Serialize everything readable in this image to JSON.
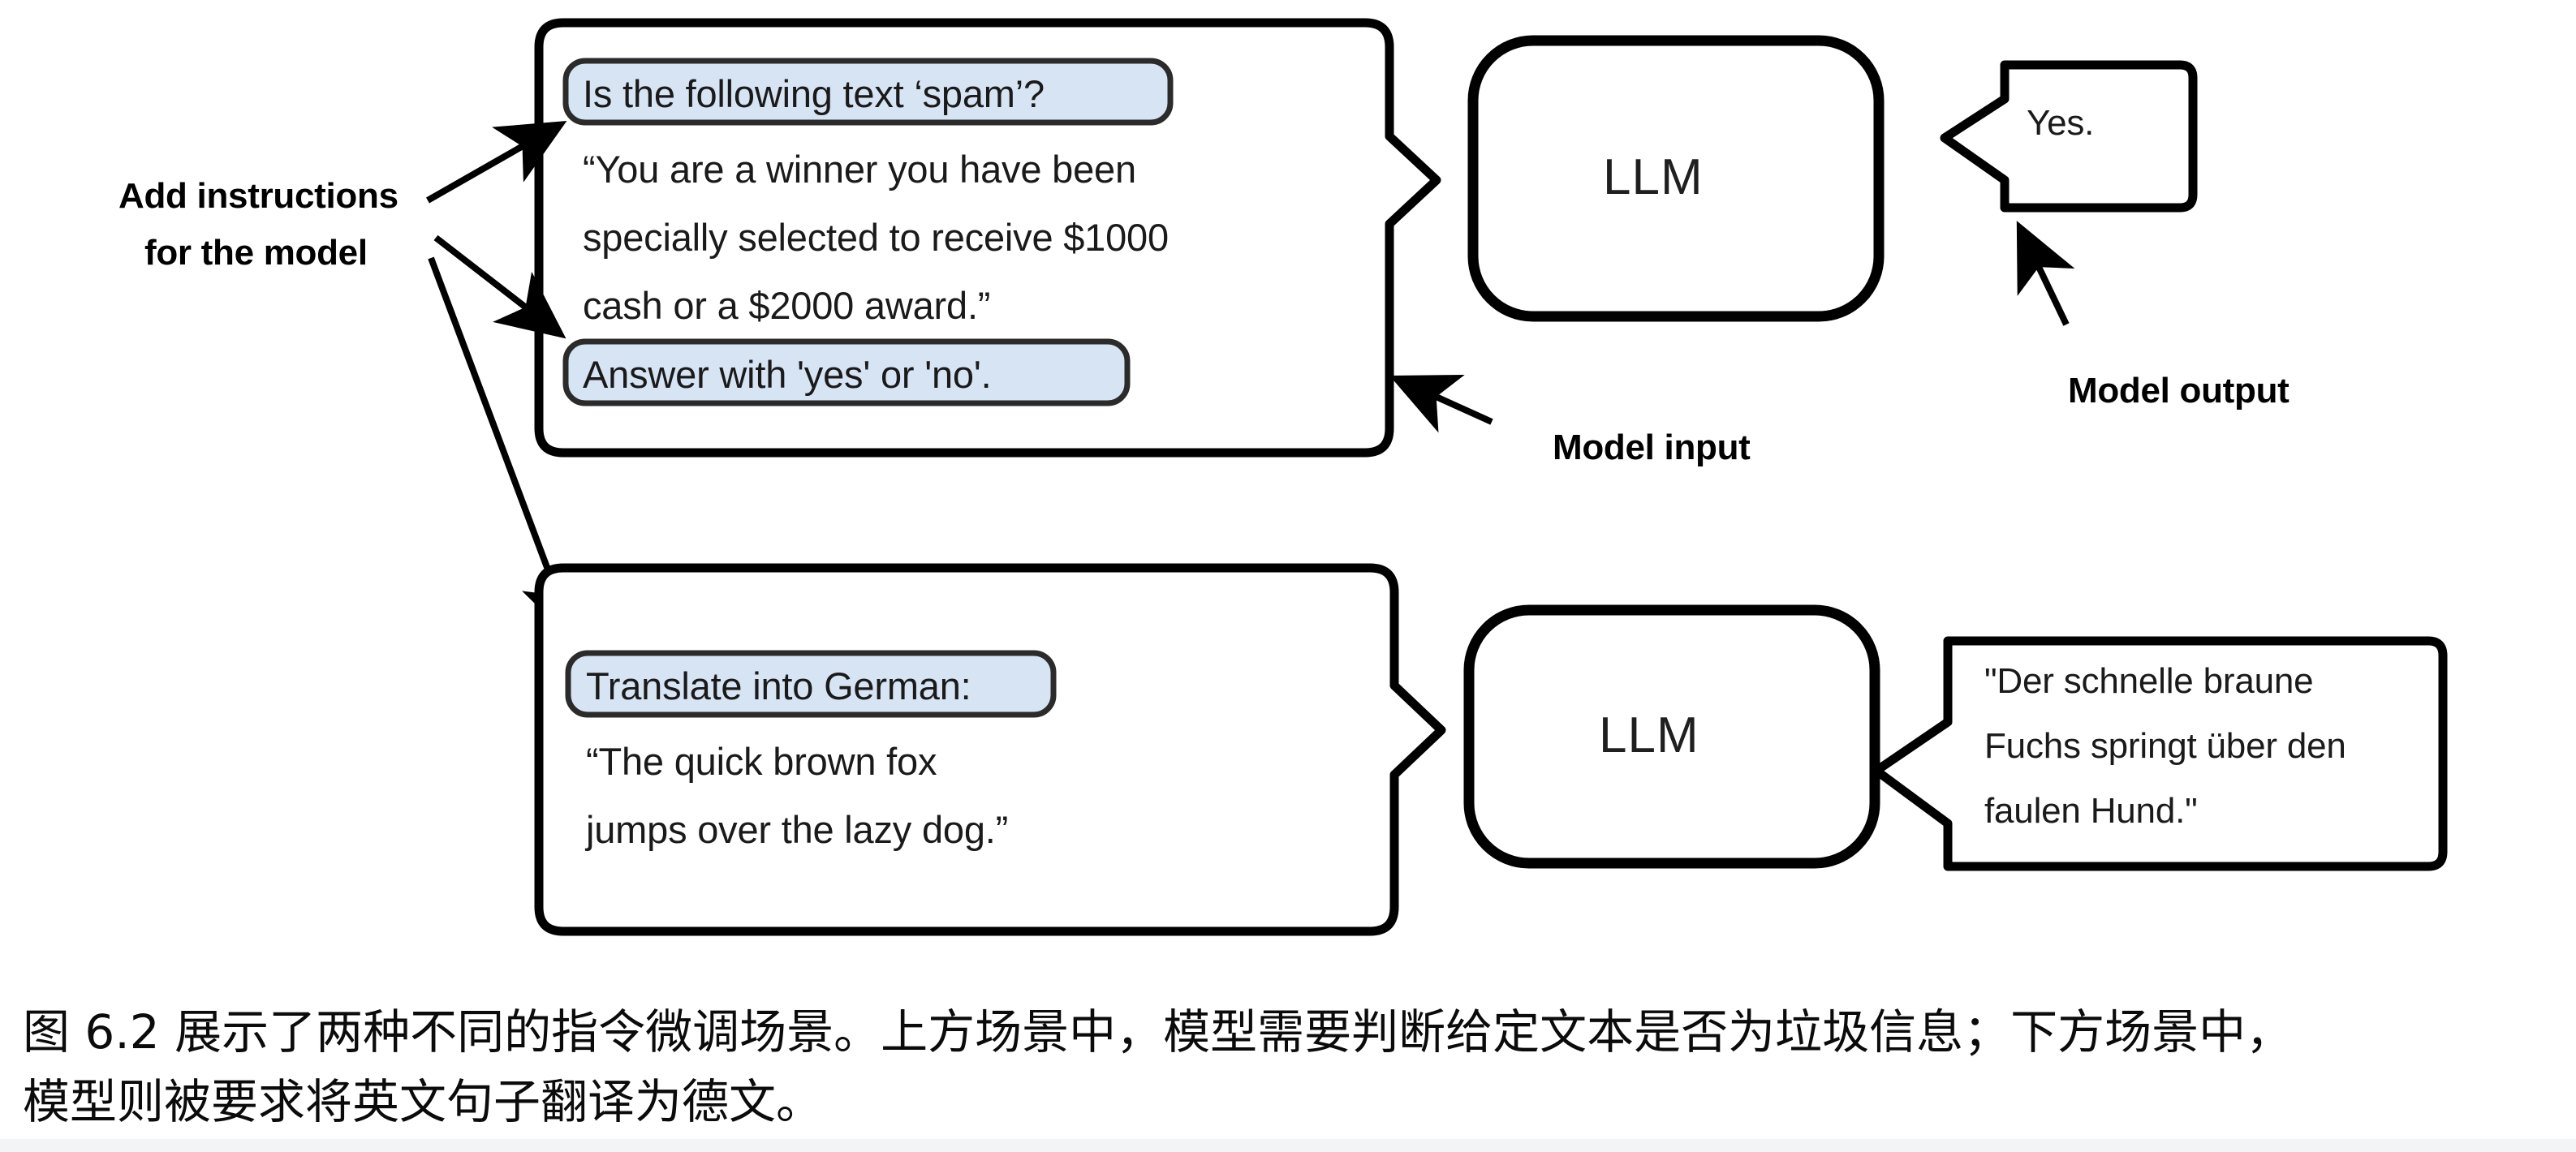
{
  "figure": {
    "annotations": {
      "add_instructions_line1": "Add instructions",
      "add_instructions_line2": "for the model",
      "model_input": "Model input",
      "model_output": "Model output"
    },
    "scenarios": [
      {
        "id": "spam-classification",
        "input_box": {
          "instruction_chips": [
            {
              "position": "top",
              "text": "Is the following text ‘spam’?"
            },
            {
              "position": "bottom",
              "text": "Answer with 'yes' or 'no'."
            }
          ],
          "body_lines": [
            "“You are a winner you have been",
            "specially selected to receive $1000",
            "cash or a $2000 award.”"
          ]
        },
        "model": {
          "label": "LLM"
        },
        "output_box": {
          "lines": [
            "Yes."
          ]
        }
      },
      {
        "id": "german-translation",
        "input_box": {
          "instruction_chips": [
            {
              "position": "top",
              "text": "Translate into German:"
            }
          ],
          "body_lines": [
            "“The quick brown fox",
            "jumps over the lazy dog.”"
          ]
        },
        "model": {
          "label": "LLM"
        },
        "output_box": {
          "lines": [
            "\"Der schnelle braune",
            "Fuchs springt über den",
            "faulen Hund.\""
          ]
        }
      }
    ]
  },
  "caption": {
    "line1": "图 6.2 展示了两种不同的指令微调场景。上方场景中，模型需要判断给定文本是否为垃圾信息；下方场景中，",
    "line2": "模型则被要求将英文句子翻译为德文。"
  },
  "colors": {
    "chip_fill": "#d7e4f4",
    "chip_stroke": "#2b2b2b",
    "outline": "#000000",
    "page_background": "#ffffff",
    "footer_band": "#f2f4f6"
  }
}
